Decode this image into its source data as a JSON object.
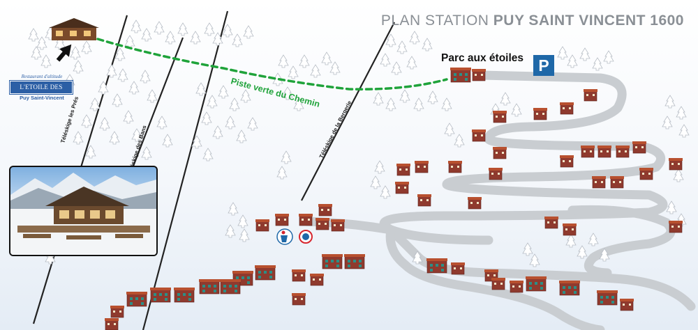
{
  "title": {
    "prefix": "PLAN STATION",
    "name": "PUY SAINT VINCENT 1600"
  },
  "parking": {
    "label": "Parc aux étoiles",
    "icon": "parking-icon",
    "symbol": "P"
  },
  "piste": {
    "label": "Piste verte du Chemin",
    "color": "#1fa33a"
  },
  "lifts": [
    {
      "label": "Téléskige les Prés"
    },
    {
      "label": "Téléskige des Bans"
    },
    {
      "label": "Téléskige de la Bergerie"
    }
  ],
  "restaurant": {
    "line1": "Restaurant d'altitude",
    "name": "L'ETOILE DES NEIGES",
    "location": "Puy Saint-Vincent"
  },
  "icons": [
    "chalet-icon",
    "arrow-icon",
    "tourist-info-icon",
    "esf-ski-school-icon",
    "parking-icon"
  ],
  "colors": {
    "building": "#8f3a2e",
    "roof": "#b8502f",
    "road": "#c9cdd1",
    "lift": "#222222",
    "brand": "#2c5fa5"
  }
}
